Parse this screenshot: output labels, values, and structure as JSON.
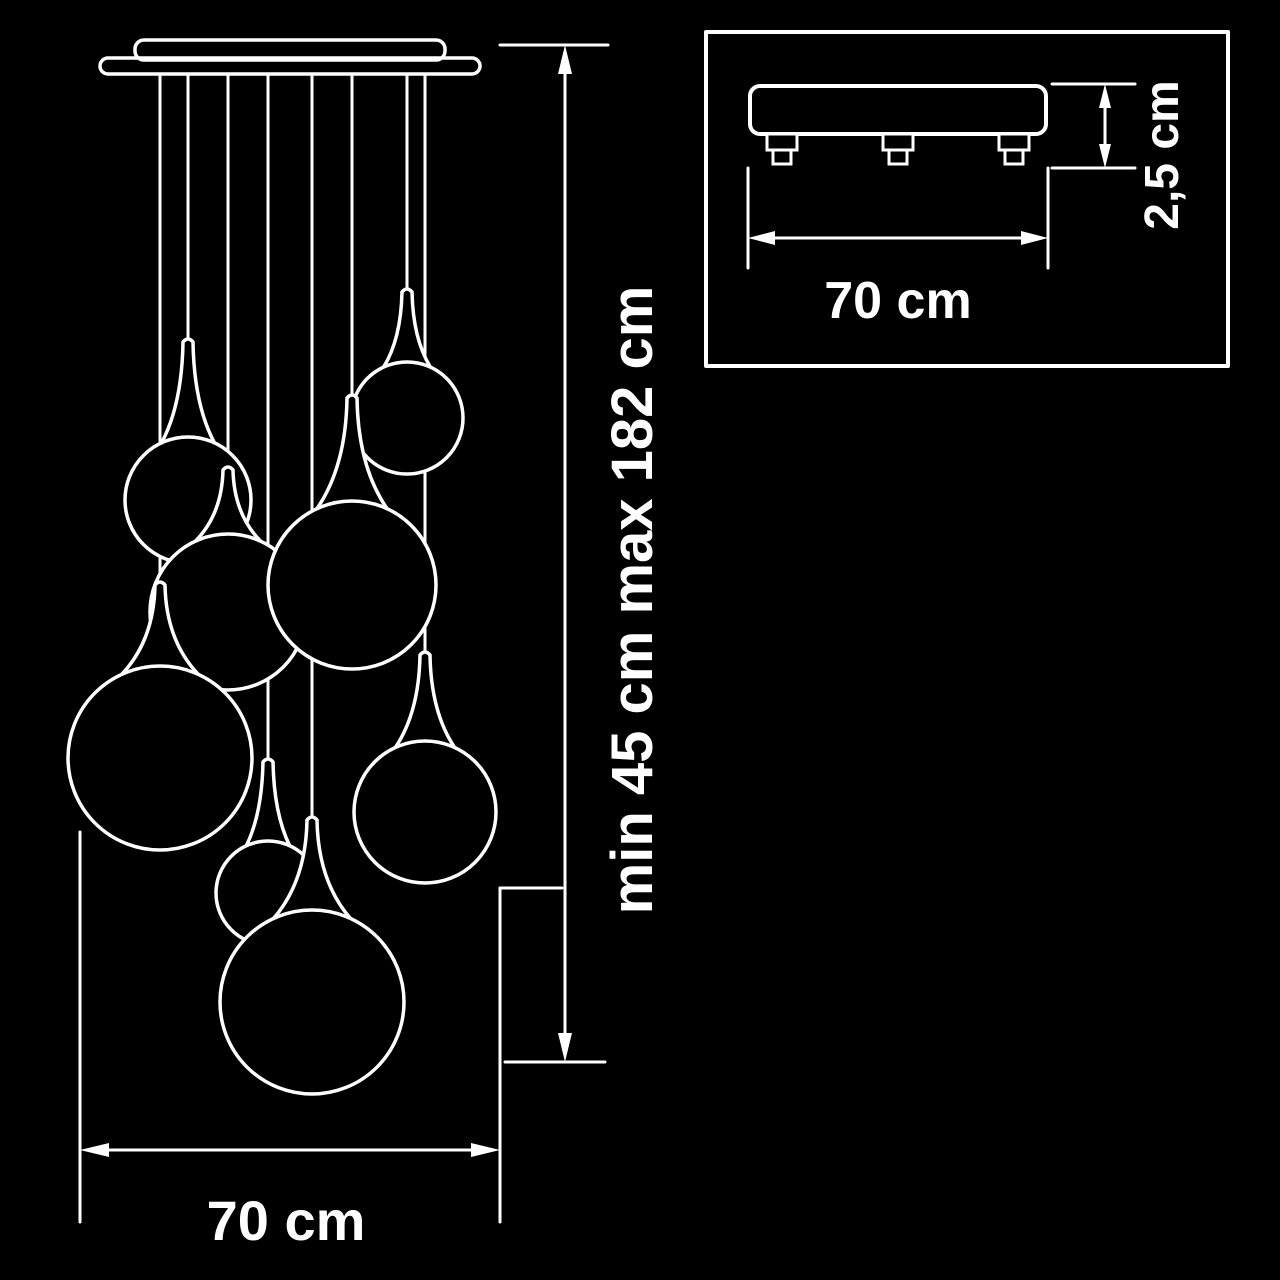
{
  "page": {
    "background_color": "#000000",
    "line_color": "#ffffff"
  },
  "main_view": {
    "description": "multi-pendant-lamp-front-view",
    "height_dimension_label": "min 45 cm max 182 cm",
    "width_dimension_label": "70 cm"
  },
  "inset_view": {
    "description": "ceiling-plate-side-view",
    "width_dimension_label": "70 cm",
    "height_dimension_label": "2,5 cm"
  }
}
